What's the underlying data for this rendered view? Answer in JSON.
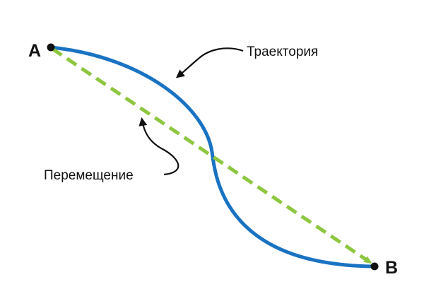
{
  "points": {
    "start": {
      "label": "A"
    },
    "end": {
      "label": "B"
    }
  },
  "callouts": {
    "trajectory": {
      "text": "Траектория"
    },
    "displacement": {
      "text": "Перемещение"
    }
  },
  "colors": {
    "trajectory": "#1a73c2",
    "displacement": "#8dc63f",
    "ink": "#111111"
  }
}
